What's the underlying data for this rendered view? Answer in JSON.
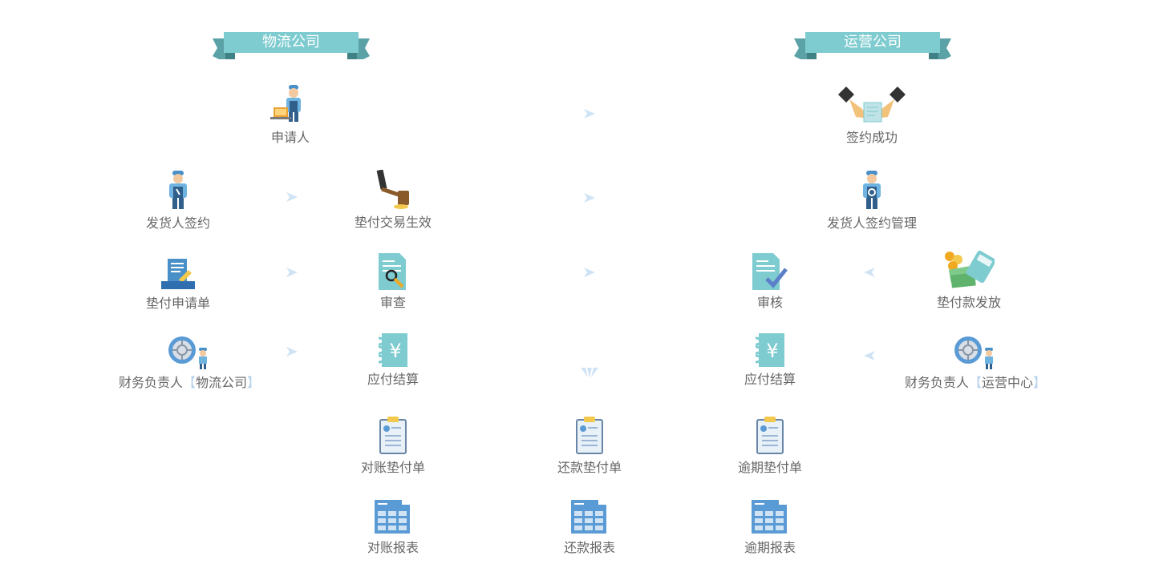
{
  "headers": {
    "left": "物流公司",
    "right": "运营公司"
  },
  "nodes": {
    "applicant": "申请人",
    "sign_success": "签约成功",
    "shipper_sign": "发货人签约",
    "advance_effective": "垫付交易生效",
    "shipper_sign_mgmt": "发货人签约管理",
    "advance_application": "垫付申请单",
    "review": "审查",
    "audit": "审核",
    "advance_payout": "垫付款发放",
    "finance_left_person": "财务负责人",
    "finance_left_org": "物流公司",
    "payable_left": "应付结算",
    "payable_right": "应付结算",
    "finance_right_person": "财务负责人",
    "finance_right_org": "运营中心",
    "reconcile_form": "对账垫付单",
    "repay_form": "还款垫付单",
    "overdue_form": "逾期垫付单",
    "reconcile_report": "对账报表",
    "repay_report": "还款报表",
    "overdue_report": "逾期报表"
  },
  "brackets": {
    "open": "【",
    "close": "】"
  },
  "colors": {
    "banner": "#7ecbd0",
    "banner_fold": "#5aa2a6",
    "label": "#666666",
    "arrow": "#cfe3f5",
    "icon_blue": "#5b9bd5",
    "icon_teal": "#7ecbd0"
  },
  "icons": [
    "worker-laptop-icon",
    "handshake-contract-icon",
    "worker-icon",
    "gavel-icon",
    "worker-gear-icon",
    "application-form-icon",
    "document-search-icon",
    "document-check-icon",
    "money-calculator-icon",
    "safe-worker-icon",
    "yen-notebook-icon",
    "clipboard-icon",
    "report-table-icon"
  ]
}
